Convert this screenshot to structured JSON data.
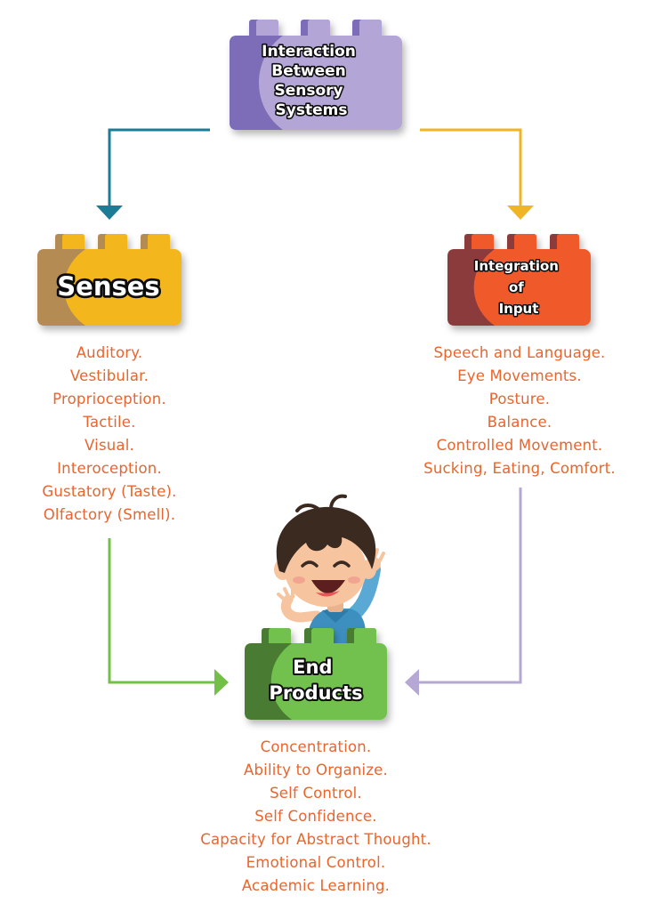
{
  "colors": {
    "purple_block": "#b3a5d6",
    "purple_shade": "#7d6cb7",
    "yellow_block": "#f3b61a",
    "yellow_shade": "#b48b53",
    "orange_block": "#f05a2b",
    "orange_shade": "#8c3b3c",
    "green_block": "#72c04d",
    "green_shade": "#4a7c30",
    "list_text": "#e9652e",
    "arrow_teal": "#1c7c95",
    "arrow_yellow": "#efb526",
    "arrow_green": "#73bf47",
    "arrow_lavender": "#b5a8d5"
  },
  "blocks": {
    "interaction": {
      "lines": [
        "Interaction",
        "Between",
        "Sensory",
        "Systems"
      ],
      "color": "purple",
      "icon": "purple-block-icon"
    },
    "senses": {
      "lines": [
        "Senses"
      ],
      "color": "yellow",
      "icon": "yellow-block-icon"
    },
    "integration": {
      "lines": [
        "Integration",
        "of",
        "Input"
      ],
      "color": "orange",
      "icon": "orange-block-icon"
    },
    "end_products": {
      "lines": [
        "End",
        "Products"
      ],
      "color": "green",
      "icon": "green-block-icon"
    }
  },
  "lists": {
    "senses": [
      "Auditory.",
      "Vestibular.",
      "Proprioception.",
      "Tactile.",
      "Visual.",
      "Interoception.",
      "Gustatory (Taste).",
      "Olfactory (Smell)."
    ],
    "integration": [
      "Speech and Language.",
      "Eye Movements.",
      "Posture.",
      "Balance.",
      "Controlled Movement.",
      "Sucking, Eating, Comfort."
    ],
    "end_products": [
      "Concentration.",
      "Ability to Organize.",
      "Self Control.",
      "Self Confidence.",
      "Capacity for Abstract Thought.",
      "Emotional Control.",
      "Academic Learning."
    ]
  },
  "illustration": {
    "character": "happy-child-icon"
  }
}
